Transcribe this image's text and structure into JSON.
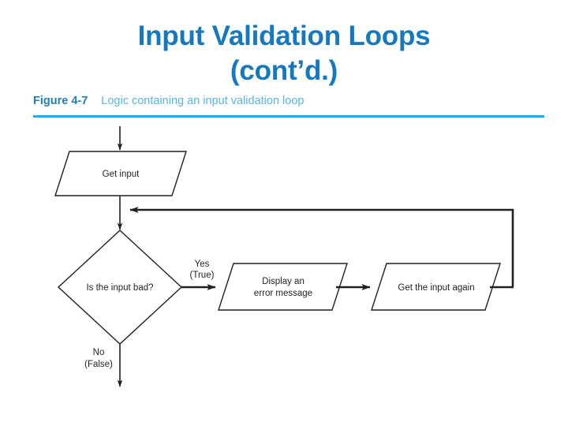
{
  "slide": {
    "background_color": "#ffffff",
    "title": {
      "line1": "Input Validation Loops",
      "line2": "(cont’d.)",
      "color": "#1678be"
    },
    "caption": {
      "figure_number": "Figure 4-7",
      "figure_number_color": "#1d7fb8",
      "description": "Logic containing an input validation loop",
      "description_color": "#57b6e2",
      "rule_color": "#29a9e1"
    }
  },
  "chart_data": {
    "type": "diagram",
    "title": "Logic containing an input validation loop",
    "nodes": [
      {
        "id": "get-input",
        "shape": "parallelogram",
        "label": "Get input"
      },
      {
        "id": "is-input-bad",
        "shape": "diamond",
        "label": "Is the input bad?"
      },
      {
        "id": "display-error",
        "shape": "parallelogram",
        "label": "Display an\nerror message",
        "label_line1": "Display an",
        "label_line2": "error message"
      },
      {
        "id": "get-input-again",
        "shape": "parallelogram",
        "label": "Get the input again"
      }
    ],
    "edges": [
      {
        "from": "entry",
        "to": "get-input",
        "label": ""
      },
      {
        "from": "get-input",
        "to": "is-input-bad",
        "label": ""
      },
      {
        "from": "is-input-bad",
        "to": "display-error",
        "label_line1": "Yes",
        "label_line2": "(True)"
      },
      {
        "from": "display-error",
        "to": "get-input-again",
        "label": ""
      },
      {
        "from": "get-input-again",
        "to": "is-input-bad",
        "label": "",
        "routing": "loop-back-right-top"
      },
      {
        "from": "is-input-bad",
        "to": "exit",
        "label_line1": "No",
        "label_line2": "(False)"
      }
    ],
    "line_color": "#231f20",
    "shape_fill": "#ffffff"
  },
  "flow": {
    "get_input": "Get input",
    "decision": "Is the input bad?",
    "yes_line1": "Yes",
    "yes_line2": "(True)",
    "no_line1": "No",
    "no_line2": "(False)",
    "display_error_line1": "Display an",
    "display_error_line2": "error message",
    "get_input_again": "Get the input again"
  }
}
